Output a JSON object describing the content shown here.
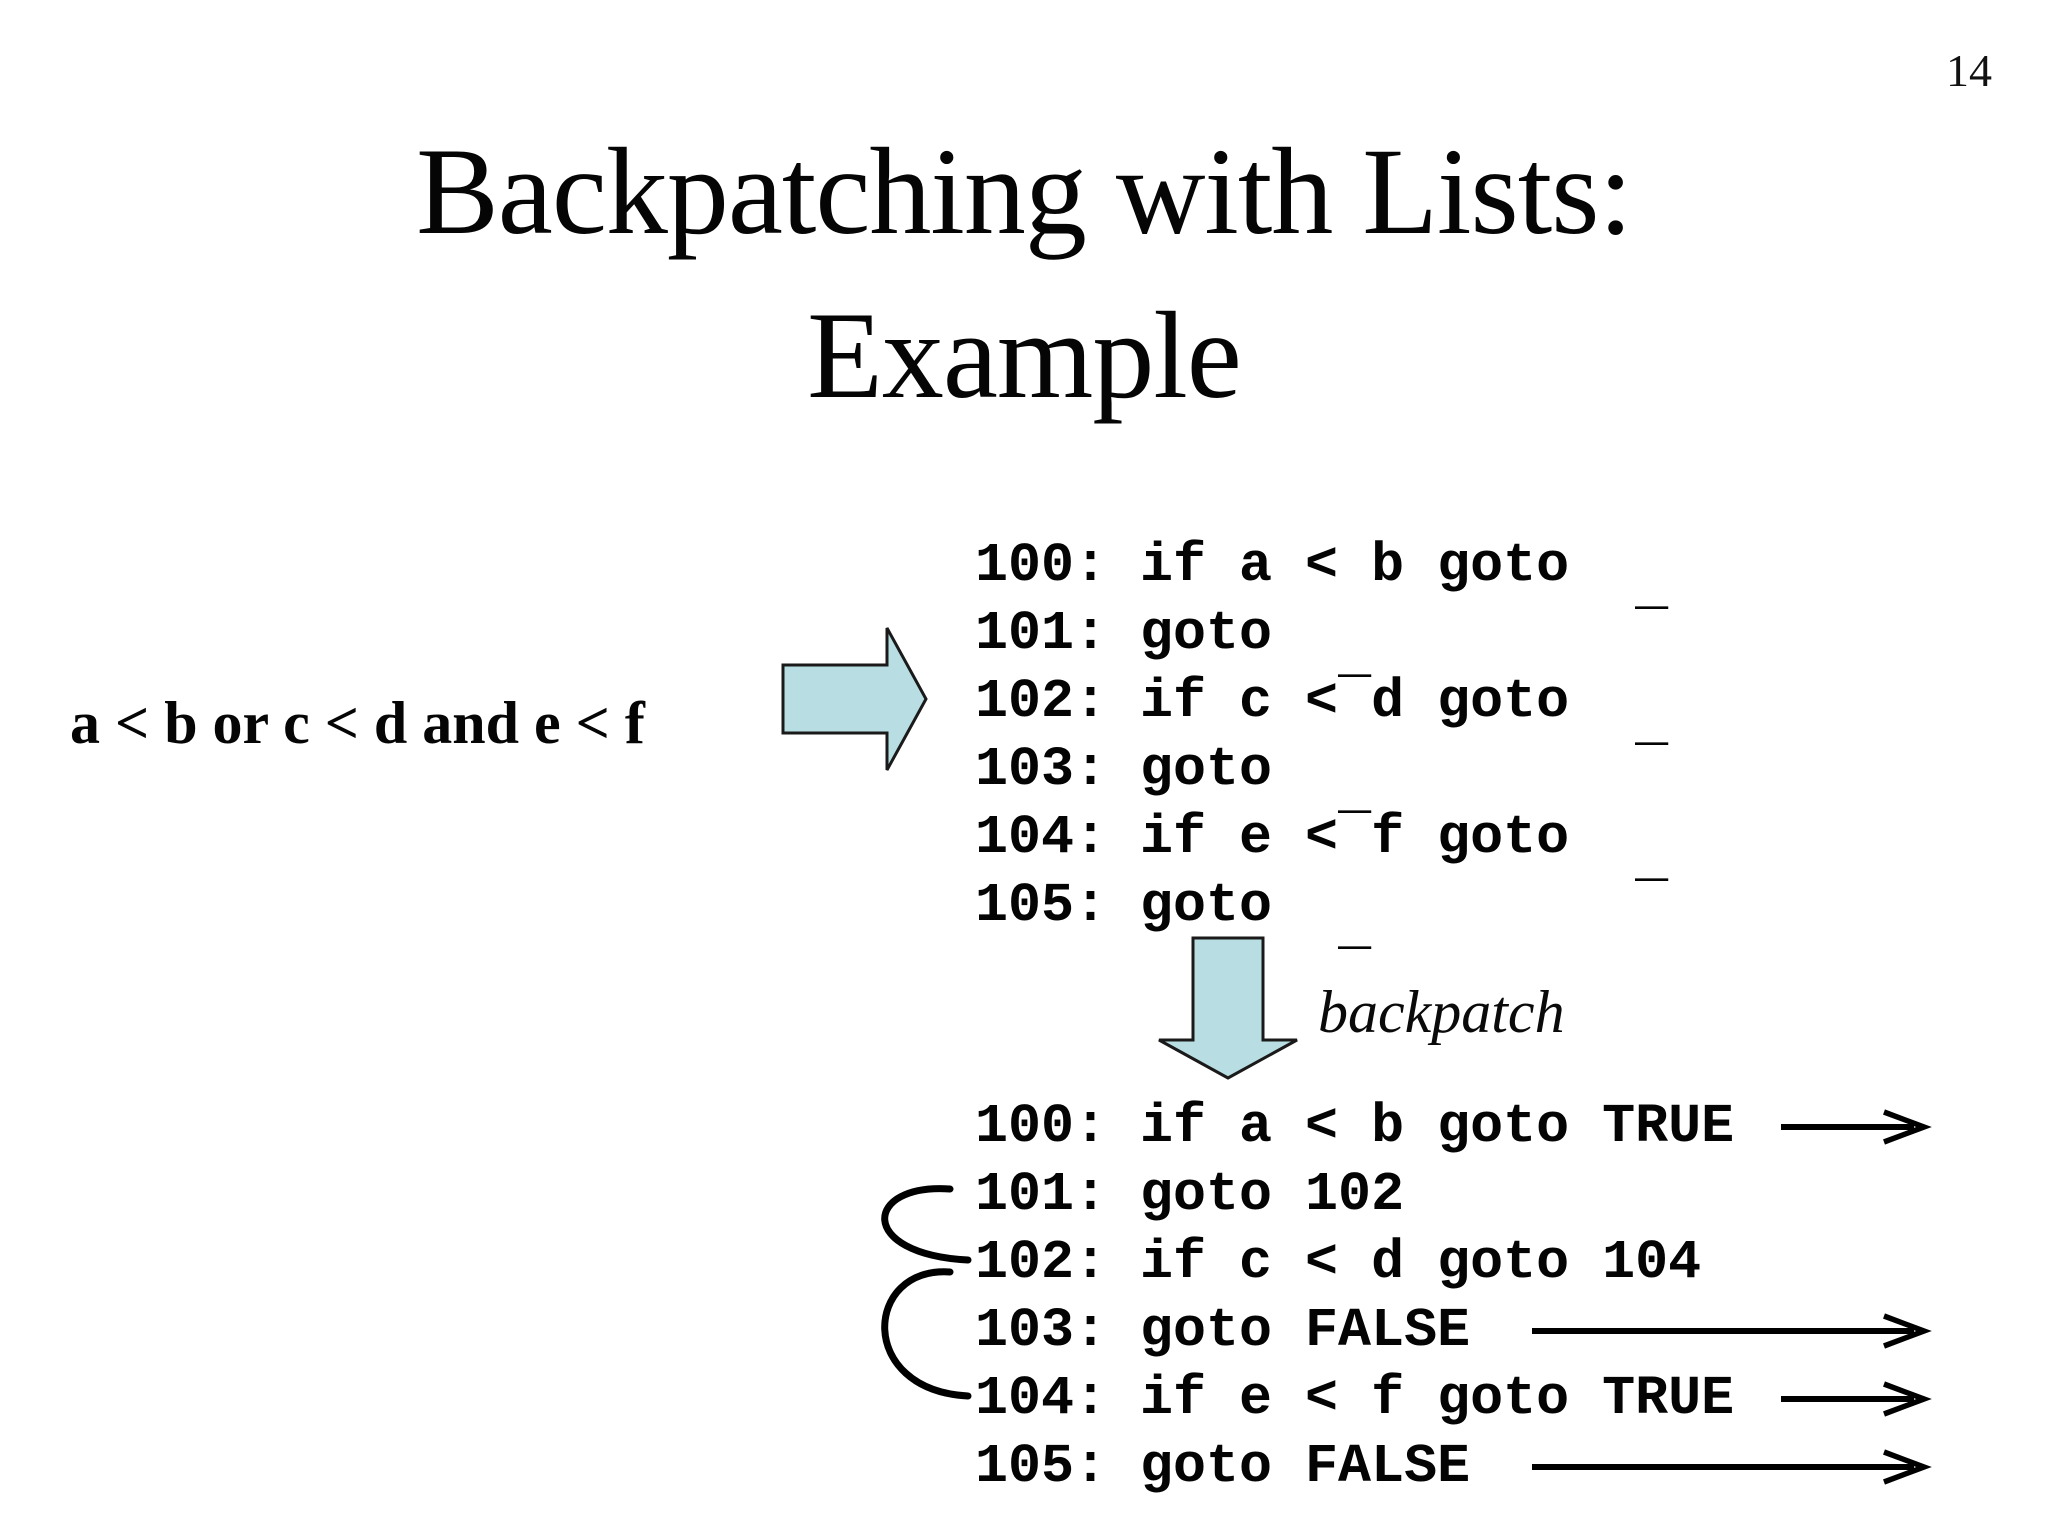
{
  "page": {
    "number": "14"
  },
  "title": {
    "line1": "Backpatching with Lists:",
    "line2": "Example"
  },
  "expression": "a < b or c < d and e < f",
  "backpatch_label": "backpatch",
  "icons": {
    "transform": "right-arrow-icon",
    "backpatch": "down-arrow-icon"
  },
  "colors": {
    "background": "#ffffff",
    "text": "#000000",
    "arrow_fill": "#b8dee3",
    "arrow_stroke": "#1a1a1a",
    "line_color": "#000000"
  },
  "block1": {
    "blank_glyph": "_",
    "lines": [
      {
        "text": "100: if a < b goto",
        "blank": true
      },
      {
        "text": "101: goto",
        "blank": true
      },
      {
        "text": "102: if c < d goto",
        "blank": true
      },
      {
        "text": "103: goto",
        "blank": true
      },
      {
        "text": "104: if e < f goto",
        "blank": true
      },
      {
        "text": "105: goto",
        "blank": true
      }
    ]
  },
  "block2": {
    "lines": [
      {
        "text": "100: if a < b goto TRUE",
        "arrow": "short"
      },
      {
        "text": "101: goto 102",
        "arrow": null
      },
      {
        "text": "102: if c < d goto 104",
        "arrow": null
      },
      {
        "text": "103: goto FALSE",
        "arrow": "long"
      },
      {
        "text": "104: if e < f goto TRUE",
        "arrow": "short"
      },
      {
        "text": "105: goto FALSE",
        "arrow": "long"
      }
    ],
    "links": [
      {
        "from_line": "101",
        "to_line": "102"
      },
      {
        "from_line": "102",
        "to_line": "104"
      }
    ]
  }
}
